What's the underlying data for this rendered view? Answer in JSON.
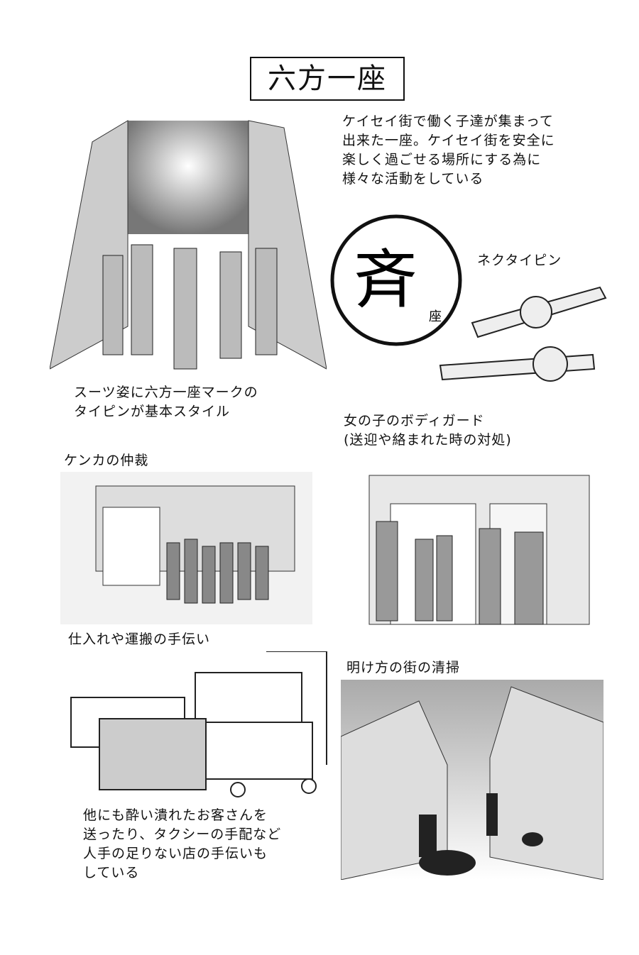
{
  "title": "六方一座",
  "intro": "ケイセイ街で働く子達が集まって\n出来た一座。ケイセイ街を安全に\n楽しく過ごせる場所にする為に\n様々な活動をしている",
  "emblem": {
    "main": "斉",
    "sub": "座"
  },
  "tiepin_label": "ネクタイピン",
  "suit_caption": "スーツ姿に六方一座マークの\nタイピンが基本スタイル",
  "bodyguard_caption": "女の子のボディガード\n(送迎や絡まれた時の対処)",
  "fight_caption": "ケンカの仲裁",
  "cargo_caption": "仕入れや運搬の手伝い",
  "cleaning_caption": "明け方の街の清掃",
  "other_caption": "他にも酔い潰れたお客さんを\n送ったり、タクシーの手配など\n人手の足りない店の手伝いも\nしている"
}
